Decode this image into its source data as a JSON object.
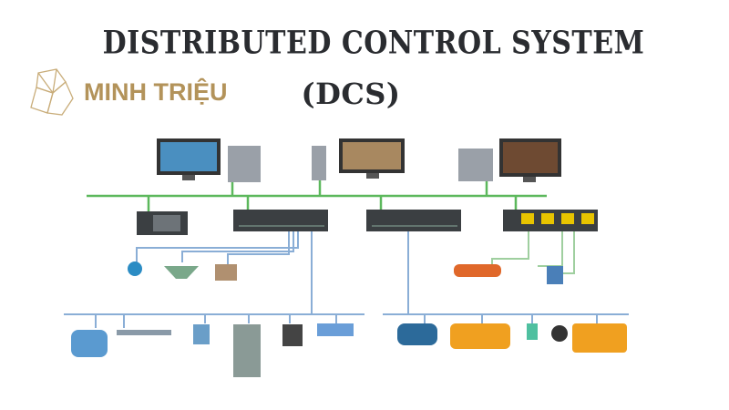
{
  "header": {
    "title_line1": "DISTRIBUTED CONTROL SYSTEM",
    "title_line2": "(DCS)"
  },
  "logo": {
    "brand": "MINH TRIỆU",
    "icon": "crystal-logo-icon"
  },
  "colors": {
    "control_bus": "#5cb85c",
    "field_bus": "#8aaed6",
    "title": "#2a2c30",
    "brand": "#b3935a",
    "device_blue": "#3a7fb5",
    "device_orange": "#f0a020"
  }
}
